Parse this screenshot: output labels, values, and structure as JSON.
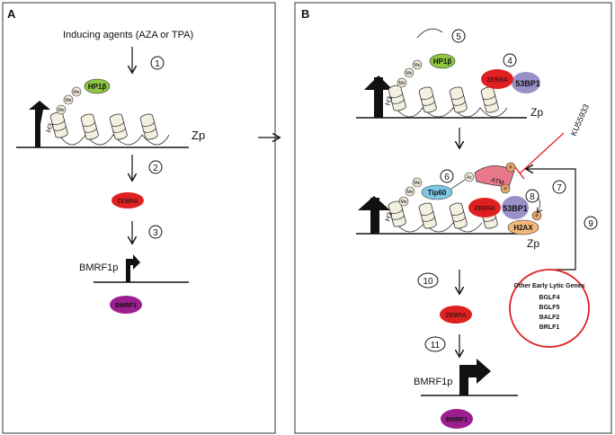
{
  "panels": {
    "a_letter": "A",
    "b_letter": "B"
  },
  "panel_a": {
    "inducing_agents": "Inducing agents (AZA or TPA)",
    "step1": "1",
    "step2": "2",
    "step3": "3",
    "hp1b": "HP1β",
    "me": "Me",
    "h3": "H3",
    "zp": "Zp",
    "zebra": "ZEBRA",
    "bmrf1p": "BMRF1p",
    "bmrf1": "BMRF1"
  },
  "panel_b": {
    "step4": "4",
    "step5": "5",
    "step6": "6",
    "step7": "7",
    "step8": "8",
    "step9": "9",
    "step10": "10",
    "step11": "11",
    "hp1b": "HP1β",
    "me": "Me",
    "ac": "Ac",
    "h3": "H3",
    "zebra": "ZEBRA",
    "bp53": "53BP1",
    "zp": "Zp",
    "inhibitor": "KU55933",
    "atm": "ATM",
    "p": "P",
    "tip60": "Tip60",
    "h2ax": "H2AX",
    "lytic_title": "Other Early Lytic Genes",
    "lytic_genes": [
      "BGLF4",
      "BGLF5",
      "BALF2",
      "BRLF1"
    ],
    "bmrf1p": "BMRF1p",
    "bmrf1": "BMRF1"
  },
  "colors": {
    "hp1b": "#8dc63f",
    "zebra": "#e02020",
    "bp53": "#9b8fc8",
    "bmrf1": "#9b1f8f",
    "atm": "#e8798a",
    "phospho": "#e8a86a",
    "h2ax": "#f3b878",
    "tip60": "#7ec8e3",
    "inhibitor_line": "#e02020",
    "lytic_circle": "#e02020"
  }
}
